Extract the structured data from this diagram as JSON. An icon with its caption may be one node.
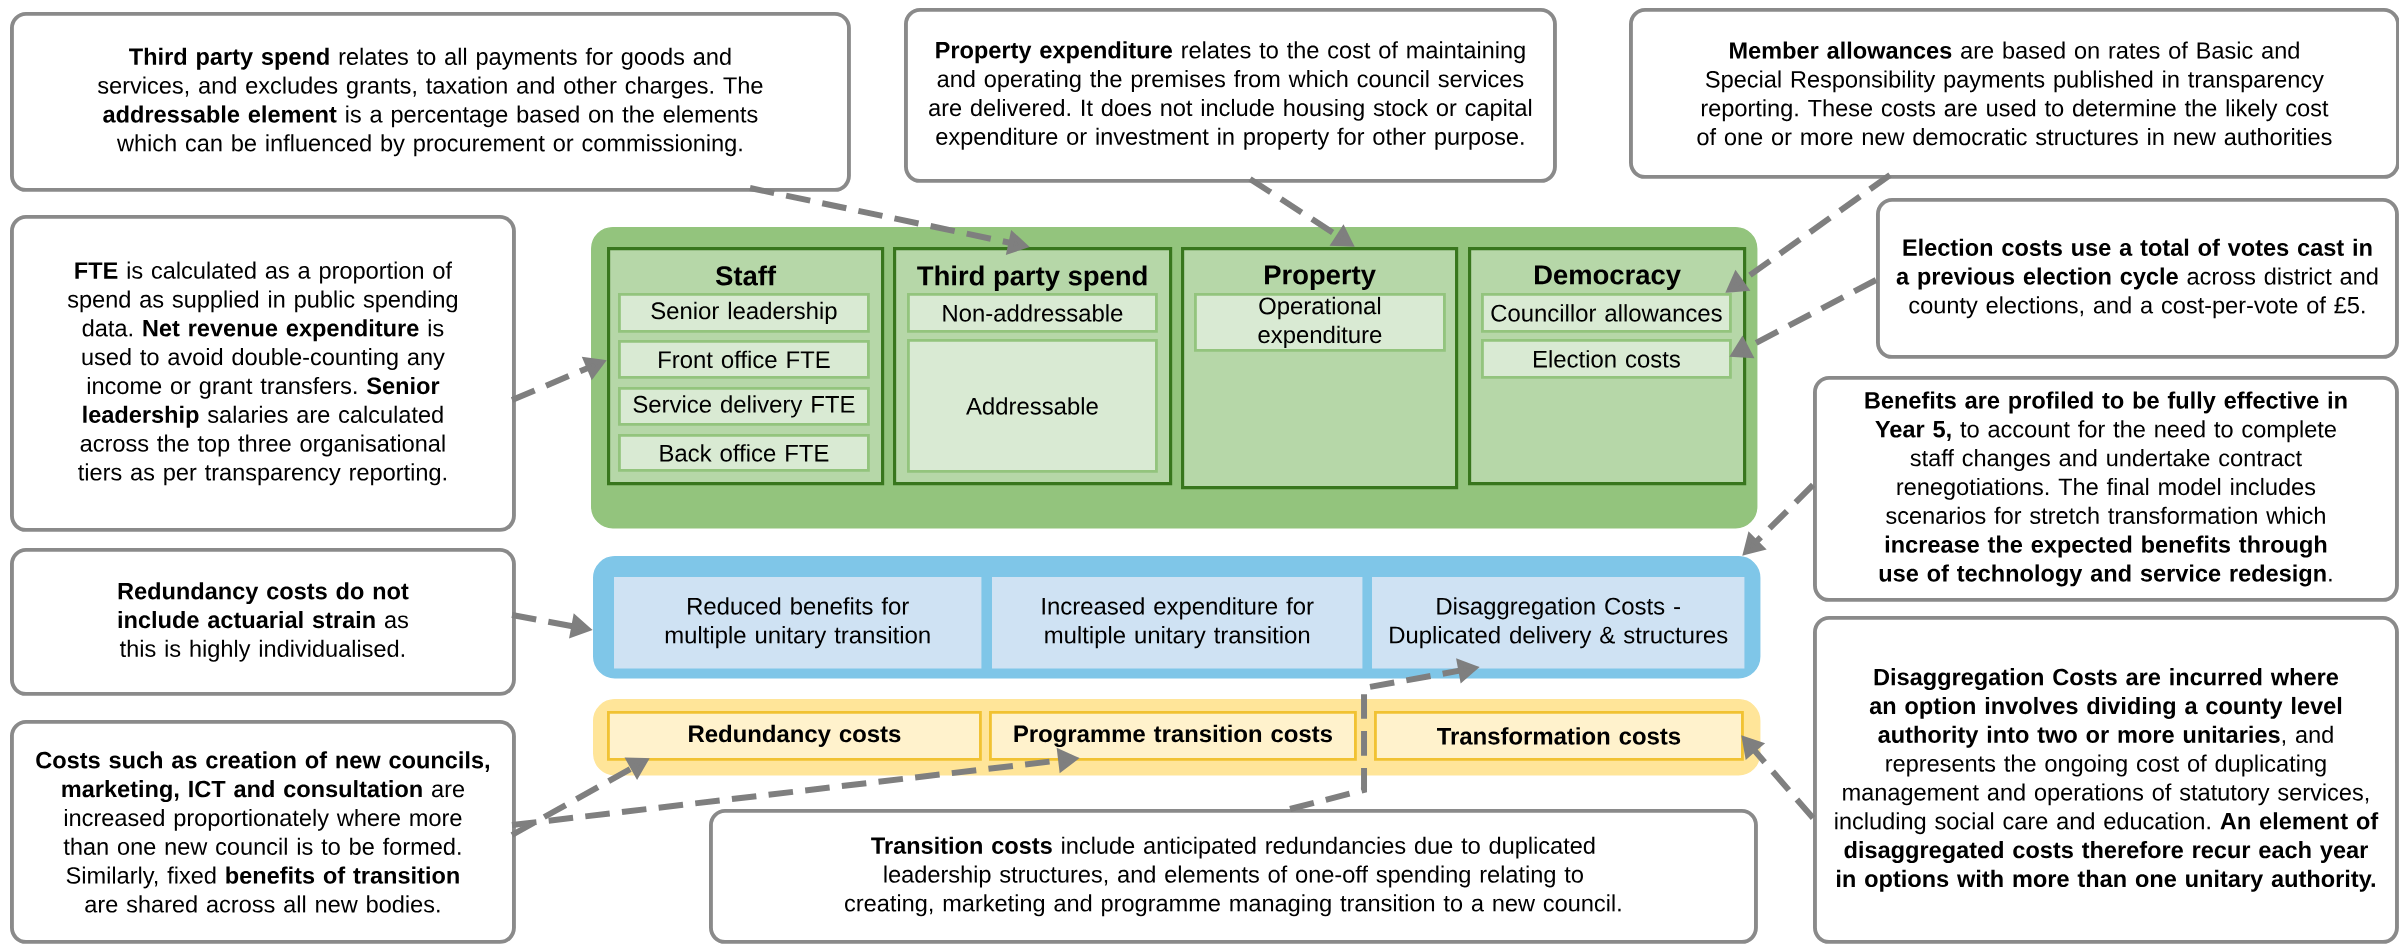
{
  "diagram": {
    "nodes": [
      {
        "text": [
          "**Third party spend** relates to all payments for goods and services, and excludes grants, taxation and other charges. The **addressable element** is a percentage based on the elements which can be influenced by procurement or commissioning."
        ]
      },
      {
        "text": [
          "**Property expenditure** relates to the cost of maintaining and operating the premises from which council services are delivered. It does not include housing stock or capital expenditure or investment in property for other purpose."
        ]
      },
      {
        "text": [
          "**Member allowances** are based on rates of Basic and Special Responsibility payments published in transparency reporting. These costs are used to determine the likely cost of one or more new democratic structures in new authorities"
        ]
      },
      {
        "text": [
          "**FTE** is calculated as a proportion of spend as supplied in public spending data. **Net revenue expenditure** is used to avoid double-counting any income or grant transfers. **Senior leadership** salaries are calculated across the top three organisational tiers as per transparency reporting."
        ]
      },
      {
        "text": [],
        "shape": "box"
      },
      {
        "text": [
          "Staff"
        ],
        "in": 4
      },
      {
        "text": [
          "Senior leadership"
        ],
        "in": 5
      },
      {
        "text": [
          "Front office FTE"
        ],
        "in": 5
      },
      {
        "text": [
          "Service delivery FTE"
        ],
        "in": 5
      },
      {
        "text": [
          "Back office FTE"
        ],
        "in": 5
      },
      {
        "text": [
          "Third party spend"
        ],
        "in": 4
      },
      {
        "text": [
          "Non-addressable"
        ],
        "in": 10
      },
      {
        "text": [
          "Addressable"
        ],
        "in": 10
      },
      {
        "text": [
          "Property"
        ],
        "in": 4
      },
      {
        "text": [
          "Operational expenditure"
        ],
        "in": 13
      },
      {
        "text": [
          "Democracy"
        ],
        "in": 4
      },
      {
        "text": [
          "Councillor allowances"
        ],
        "in": 15
      },
      {
        "text": [
          "Election costs"
        ],
        "in": 15
      },
      {
        "text": [
          "**Election costs use a total of votes cast in a previous election cycle** across district and county elections, and a cost-per-vote of £5."
        ]
      },
      {
        "text": [
          "**Benefits are profiled to be fully effective in Year 5,** to account for the need to complete staff changes and undertake contract renegotiations. The final model includes scenarios for stretch transformation which **increase the expected benefits through use of technology and service redesign**."
        ]
      },
      {
        "text": [
          "**Redundancy costs do not include actuarial strain** as this is highly individualised."
        ]
      },
      {
        "text": [],
        "shape": "box"
      },
      {
        "text": [
          "Reduced benefits for multiple unitary transition"
        ],
        "in": 21
      },
      {
        "text": [
          "Increased expenditure for multiple unitary transition"
        ],
        "in": 21
      },
      {
        "text": [
          "Disaggregation Costs - Duplicated delivery & structures"
        ],
        "in": 21
      },
      {
        "text": [
          "**Costs such as creation of new councils, marketing, ICT and consultation** are increased proportionately where more than one new council is to be formed. Similarly, fixed **benefits of transition** are shared across all new bodies."
        ]
      },
      {
        "text": [],
        "shape": "box"
      },
      {
        "text": [
          "Redundancy costs"
        ],
        "in": 26
      },
      {
        "text": [
          "Programme transition costs"
        ],
        "in": 26
      },
      {
        "text": [
          "Transformation costs"
        ],
        "in": 26
      },
      {
        "text": [
          "**Disaggregation Costs are incurred where an option involves dividing a county level authority into two or more unitaries**, and represents the ongoing cost of duplicating management and operations of statutory services, including social care and education. **An element of disaggregated costs therefore recur each year in options with more than one unitary authority.**"
        ]
      },
      {
        "text": [
          "**Transition costs** include anticipated redundancies due to duplicated leadership structures, and elements of one-off spending relating to creating, marketing and programme managing transition to a new council."
        ]
      }
    ],
    "edges": [
      {
        "from": 0,
        "to": 10,
        "arrow": "to",
        "style": "dashed"
      },
      {
        "from": 1,
        "to": 13,
        "arrow": "to",
        "style": "dashed"
      },
      {
        "from": 2,
        "to": 16,
        "arrow": "to",
        "style": "dashed"
      },
      {
        "from": 18,
        "to": 17,
        "arrow": "to",
        "style": "dashed"
      },
      {
        "from": 3,
        "to": 5,
        "arrow": "to",
        "style": "dashed"
      },
      {
        "from": 19,
        "to": 21,
        "arrow": "to",
        "style": "dashed"
      },
      {
        "from": 20,
        "to": 21,
        "arrow": "to",
        "style": "dashed"
      },
      {
        "from": 25,
        "to": 27,
        "arrow": "to",
        "style": "dashed"
      },
      {
        "from": 25,
        "to": 28,
        "arrow": "to",
        "style": "dashed"
      },
      {
        "from": 31,
        "to": 24,
        "arrow": "to",
        "style": "dashed"
      },
      {
        "from": 30,
        "to": 29,
        "arrow": "to",
        "style": "dashed"
      }
    ]
  }
}
